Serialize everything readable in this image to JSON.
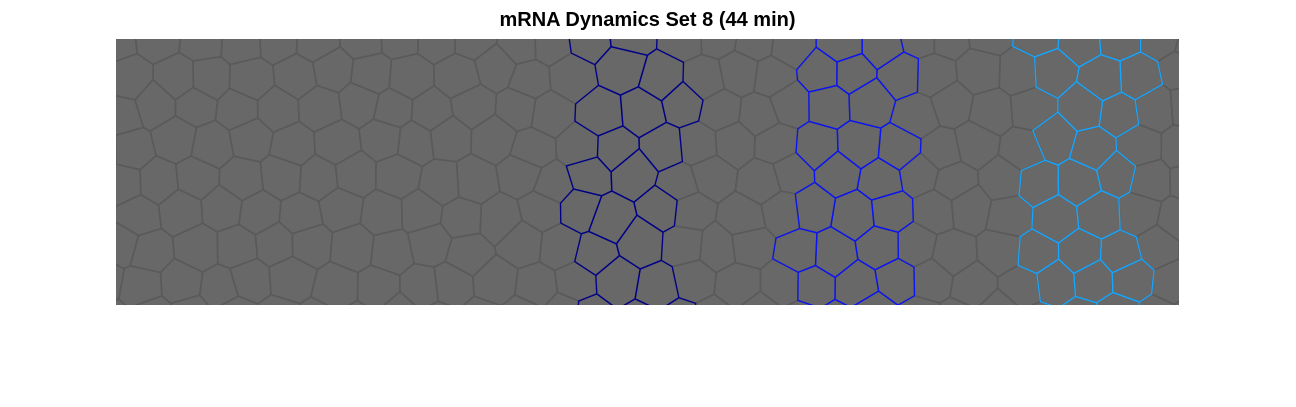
{
  "figure": {
    "title": "mRNA Dynamics Set 8 (44 min)"
  },
  "image": {
    "background_color": "#686868",
    "cell_edge_color": "#5a5a5a",
    "highlight_bands": [
      {
        "name": "band-1",
        "color": "#00008b"
      },
      {
        "name": "band-2",
        "color": "#0a14f5"
      },
      {
        "name": "band-3",
        "color": "#16a6ff"
      }
    ]
  }
}
